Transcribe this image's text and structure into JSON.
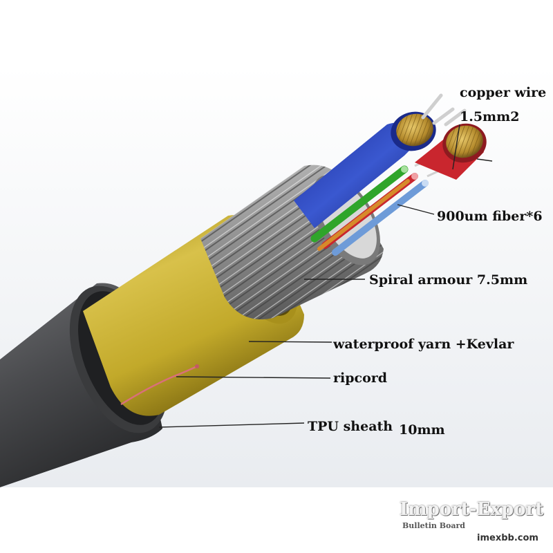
{
  "labels": {
    "copper_wire": "copper wire",
    "copper_size": "1.5mm2",
    "fiber": "900um fiber*6",
    "armour": "Spiral armour 7.5mm",
    "yarn": "waterproof yarn +Kevlar",
    "ripcord": "ripcord",
    "sheath": "TPU sheath",
    "sheath_size": "10mm"
  },
  "watermark": {
    "brand": "Import-Export",
    "sub": "Bulletin Board",
    "url": "imexbb.com"
  },
  "colors": {
    "sheath": "#4a4b4d",
    "kevlar": "#c9b12a",
    "armour": "#9a9a9a",
    "copper": "#b8902e",
    "tube_blue": "#2c46b8",
    "fiber_green": "#2fa52a",
    "fiber_red": "#c9262e",
    "fiber_lightblue": "#6e9bd8",
    "fiber_orange": "#d68a2a",
    "ripcord": "#d9707a"
  }
}
